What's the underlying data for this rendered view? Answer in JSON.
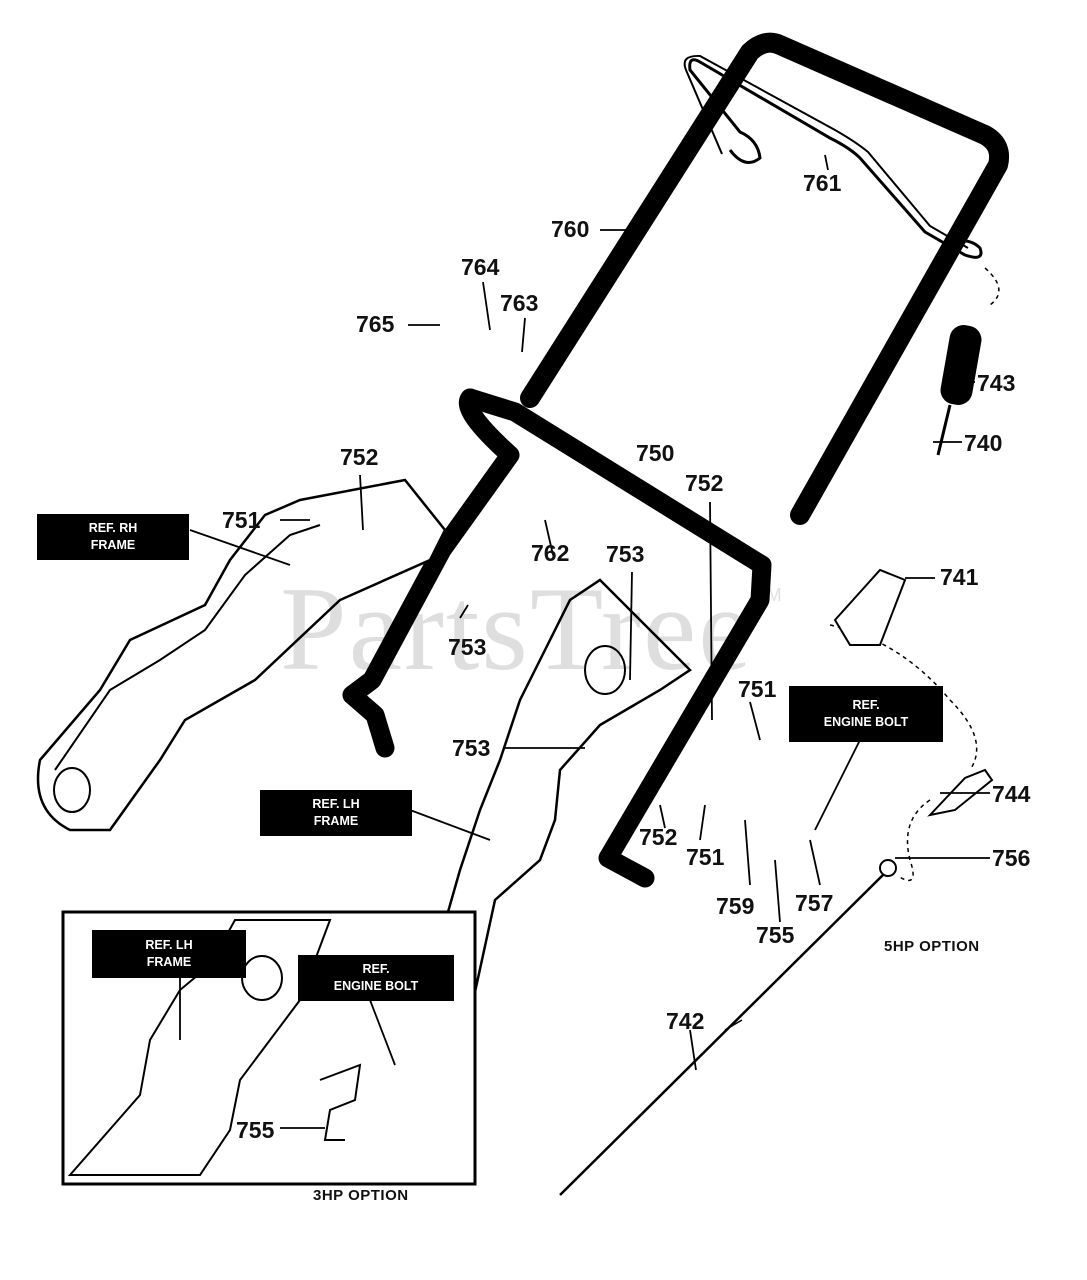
{
  "watermark": {
    "text": "PartsTree",
    "mark": "TM"
  },
  "callouts": {
    "c740": "740",
    "c741": "741",
    "c742": "742",
    "c743": "743",
    "c744": "744",
    "c750": "750",
    "c751a": "751",
    "c751b": "751",
    "c751c": "751",
    "c752a": "752",
    "c752b": "752",
    "c752c": "752",
    "c753a": "753",
    "c753b": "753",
    "c753c": "753",
    "c755a": "755",
    "c755b": "755",
    "c756": "756",
    "c757": "757",
    "c759": "759",
    "c760": "760",
    "c761": "761",
    "c762": "762",
    "c763": "763",
    "c764": "764",
    "c765": "765"
  },
  "reference_tags": {
    "rh_frame": {
      "line1": "REF. RH",
      "line2": "FRAME"
    },
    "lh_frame": {
      "line1": "REF. LH",
      "line2": "FRAME"
    },
    "engine_bolt": {
      "line1": "REF.",
      "line2": "ENGINE BOLT"
    },
    "inset_lh_frame": {
      "line1": "REF. LH",
      "line2": "FRAME"
    },
    "inset_engine_bolt": {
      "line1": "REF.",
      "line2": "ENGINE BOLT"
    }
  },
  "options": {
    "hp5": "5HP OPTION",
    "hp3": "3HP OPTION"
  }
}
